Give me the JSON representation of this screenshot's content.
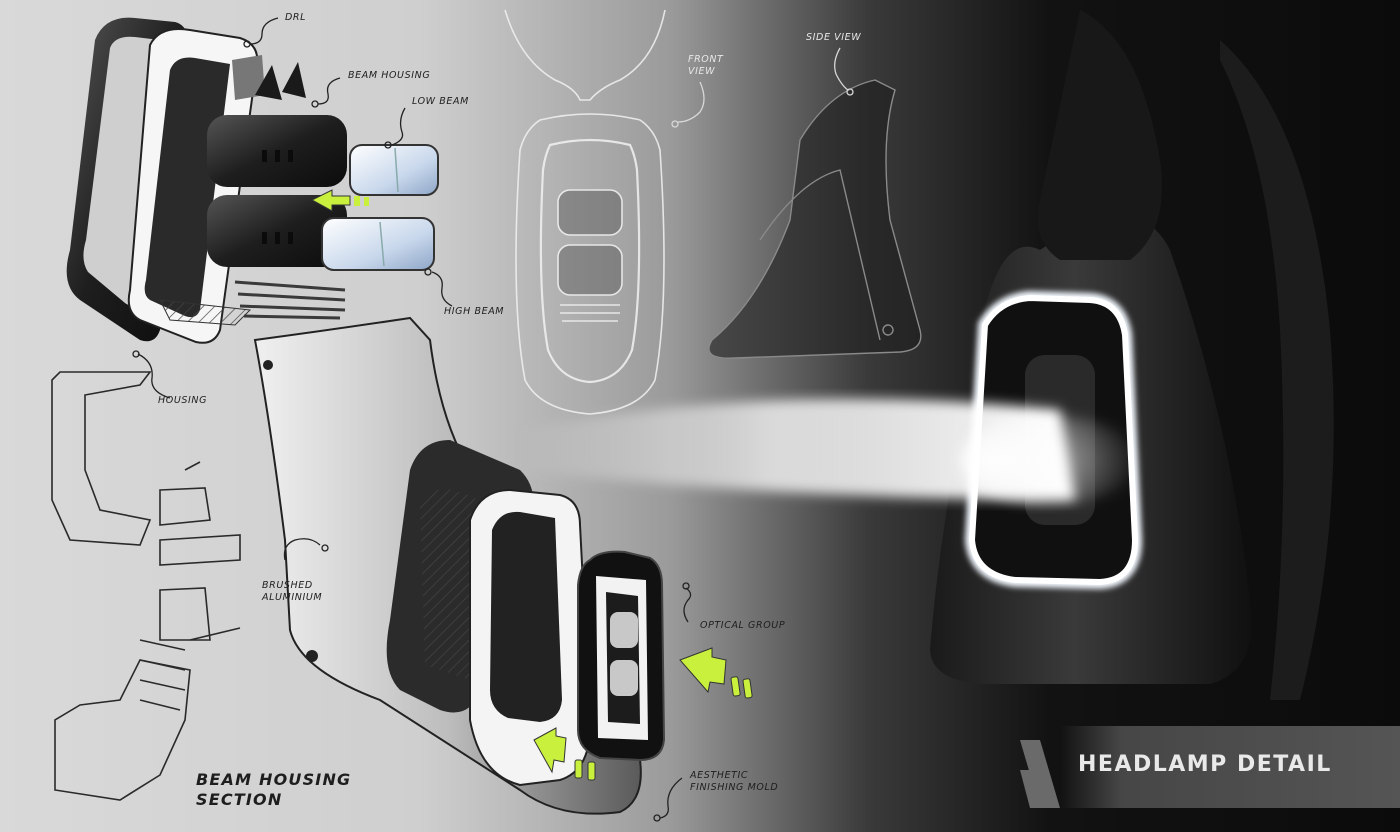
{
  "labels": {
    "drl": "DRL",
    "beam_housing": "Beam housing",
    "low_beam": "Low beam",
    "high_beam": "High beam",
    "housing": "Housing",
    "brushed_aluminium": "Brushed aluminium",
    "beam_housing_section": "Beam housing section",
    "optical_group": "Optical group",
    "aesthetic_finishing_mold": "Aesthetic finishing mold",
    "front_view": "Front view",
    "side_view": "Side view"
  },
  "title": "HEADLAMP DETAIL",
  "colors": {
    "accent": "#c8f03c",
    "paper": "#d6d6d6",
    "dark": "#0c0c0c",
    "ring_glow": "#f2f8ff"
  }
}
